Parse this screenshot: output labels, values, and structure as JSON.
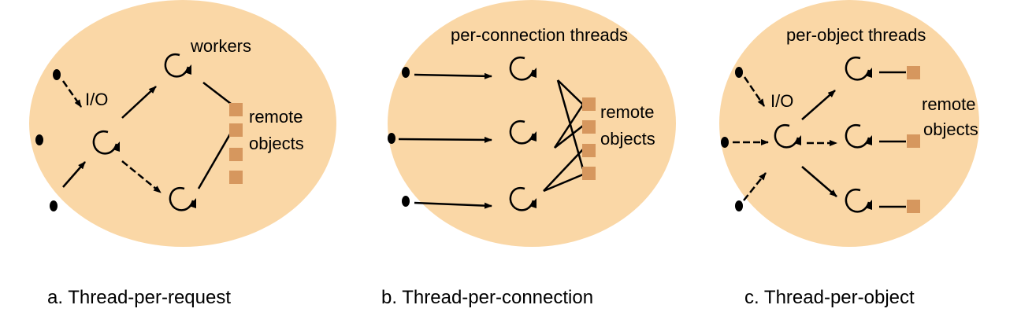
{
  "colors": {
    "circle_fill": "#FAD7A6",
    "object_fill": "#D6975E",
    "stroke": "#000000",
    "background": "#FFFFFF"
  },
  "panels": [
    {
      "caption": "a. Thread-per-request",
      "labels": {
        "io": "I/O",
        "workers": "workers",
        "remote_line1": "remote",
        "remote_line2": "objects"
      }
    },
    {
      "caption": "b. Thread-per-connection",
      "labels": {
        "threads": "per-connection threads",
        "remote_line1": "remote",
        "remote_line2": "objects"
      }
    },
    {
      "caption": "c. Thread-per-object",
      "labels": {
        "threads": "per-object threads",
        "io": "I/O",
        "remote_line1": "remote",
        "remote_line2": "objects"
      }
    }
  ]
}
